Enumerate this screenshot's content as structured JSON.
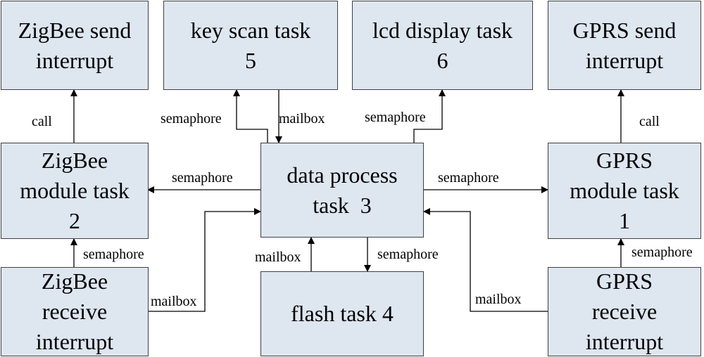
{
  "boxes": {
    "zigbee_send": [
      "ZigBee send",
      "interrupt"
    ],
    "key_scan": [
      "key scan task",
      "5"
    ],
    "lcd_display": [
      "lcd display task",
      "6"
    ],
    "gprs_send": [
      "GPRS send",
      "interrupt"
    ],
    "zigbee_module": [
      "ZigBee",
      "module task",
      "2"
    ],
    "data_process": [
      "data process",
      "task  3"
    ],
    "gprs_module": [
      "GPRS",
      "module task",
      "1"
    ],
    "zigbee_receive": [
      "ZigBee",
      "receive",
      "interrupt"
    ],
    "flash": [
      "flash task 4"
    ],
    "gprs_receive": [
      "GPRS",
      "receive",
      "interrupt"
    ]
  },
  "labels": {
    "call_left": "call",
    "call_right": "call",
    "sem_keyscan": "semaphore",
    "mail_keyscan": "mailbox",
    "sem_lcd": "semaphore",
    "sem_to_zigbee": "semaphore",
    "sem_to_gprs": "semaphore",
    "sem_zigbee_recv": "semaphore",
    "sem_gprs_recv": "semaphore",
    "mail_zigbee_recv": "mailbox",
    "mail_flash": "mailbox",
    "sem_flash": "semaphore",
    "mail_gprs_recv": "mailbox"
  }
}
